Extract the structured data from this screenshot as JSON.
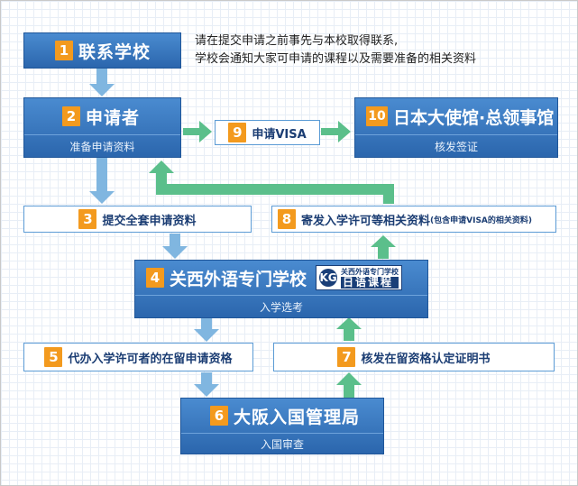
{
  "note": {
    "line1": "请在提交申请之前事先与本校取得联系,",
    "line2": "学校会通知大家可申请的课程以及需要准备的相关资料"
  },
  "steps": {
    "s1": {
      "num": "1",
      "title": "联系学校"
    },
    "s2": {
      "num": "2",
      "title": "申请者",
      "sub": "准备申请资料"
    },
    "s3": {
      "num": "3",
      "title": "提交全套申请资料"
    },
    "s4": {
      "num": "4",
      "title": "关西外语专门学校",
      "sub": "入学选考"
    },
    "s5": {
      "num": "5",
      "title": "代办入学许可者的在留申请资格"
    },
    "s6": {
      "num": "6",
      "title": "大阪入国管理局",
      "sub": "入国审查"
    },
    "s7": {
      "num": "7",
      "title": "核发在留资格认定证明书"
    },
    "s8": {
      "num": "8",
      "title": "寄发入学许可等相关资料",
      "note": "(包含申请VISA的相关资料)"
    },
    "s9": {
      "num": "9",
      "title": "申请VISA"
    },
    "s10": {
      "num": "10",
      "title": "日本大使馆·总领事馆",
      "sub": "核发签证"
    }
  },
  "logo": {
    "mark": "KG",
    "line1": "关西外语专门学校",
    "line2": "日语课程"
  },
  "colors": {
    "box_blue": "#3276c0",
    "number_orange": "#f39a1e",
    "arrow_blue": "#80b6e0",
    "arrow_green": "#5bbf8b"
  }
}
